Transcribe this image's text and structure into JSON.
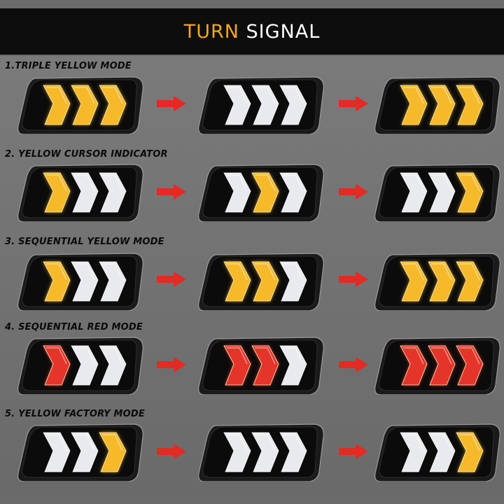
{
  "header": {
    "title_part1": "TURN",
    "title_part2": "SIGNAL"
  },
  "colors": {
    "yellow": "#f5b92a",
    "white": "#e8eaee",
    "red": "#e5352b",
    "arrow": "#e42a22"
  },
  "modes": [
    {
      "title": "1.TRIPLE YELLOW MODE",
      "frames": [
        [
          "Y",
          "Y",
          "Y"
        ],
        [
          "W",
          "W",
          "W"
        ],
        [
          "Y",
          "Y",
          "Y"
        ]
      ]
    },
    {
      "title": "2. YELLOW CURSOR INDICATOR",
      "frames": [
        [
          "Y",
          "W",
          "W"
        ],
        [
          "W",
          "Y",
          "W"
        ],
        [
          "W",
          "W",
          "Y"
        ]
      ]
    },
    {
      "title": "3. SEQUENTIAL YELLOW MODE",
      "frames": [
        [
          "Y",
          "W",
          "W"
        ],
        [
          "Y",
          "Y",
          "W"
        ],
        [
          "Y",
          "Y",
          "Y"
        ]
      ]
    },
    {
      "title": "4. SEQUENTIAL RED MODE",
      "frames": [
        [
          "R",
          "W",
          "W"
        ],
        [
          "R",
          "R",
          "W"
        ],
        [
          "R",
          "R",
          "R"
        ]
      ]
    },
    {
      "title": "5. YELLOW FACTORY MODE",
      "frames": [
        [
          "W",
          "W",
          "Y"
        ],
        [
          "W",
          "W",
          "W"
        ],
        [
          "W",
          "W",
          "Y"
        ]
      ]
    }
  ]
}
